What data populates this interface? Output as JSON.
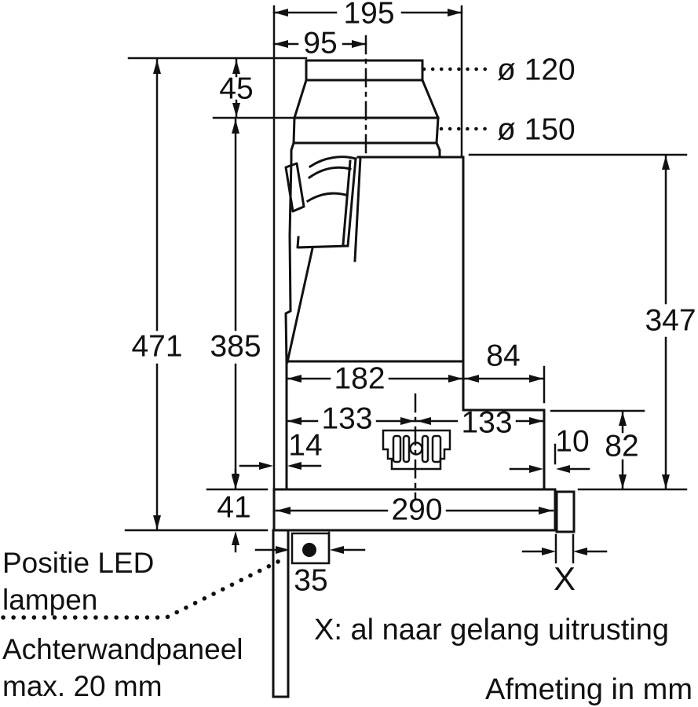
{
  "diagram": {
    "type": "installation-dimension-drawing",
    "product": "telescopic cooker hood side profile",
    "line_color": "#111111",
    "background_color": "#ffffff",
    "dims": {
      "d195": "195",
      "d95": "95",
      "d45": "45",
      "dia120": "ø 120",
      "dia150": "ø 150",
      "d471": "471",
      "d385": "385",
      "d347": "347",
      "d182": "182",
      "d84": "84",
      "d133_left": "133",
      "d133_right": "133",
      "d14": "14",
      "d10": "10",
      "d82": "82",
      "d41": "41",
      "d290": "290",
      "d35": "35",
      "dX": "X"
    },
    "notes": {
      "led_position": "Positie LED lampen",
      "back_panel": "Achterwandpaneel max. 20 mm",
      "x_meaning": "X: al naar gelang uitrusting",
      "units": "Afmeting in mm"
    }
  }
}
